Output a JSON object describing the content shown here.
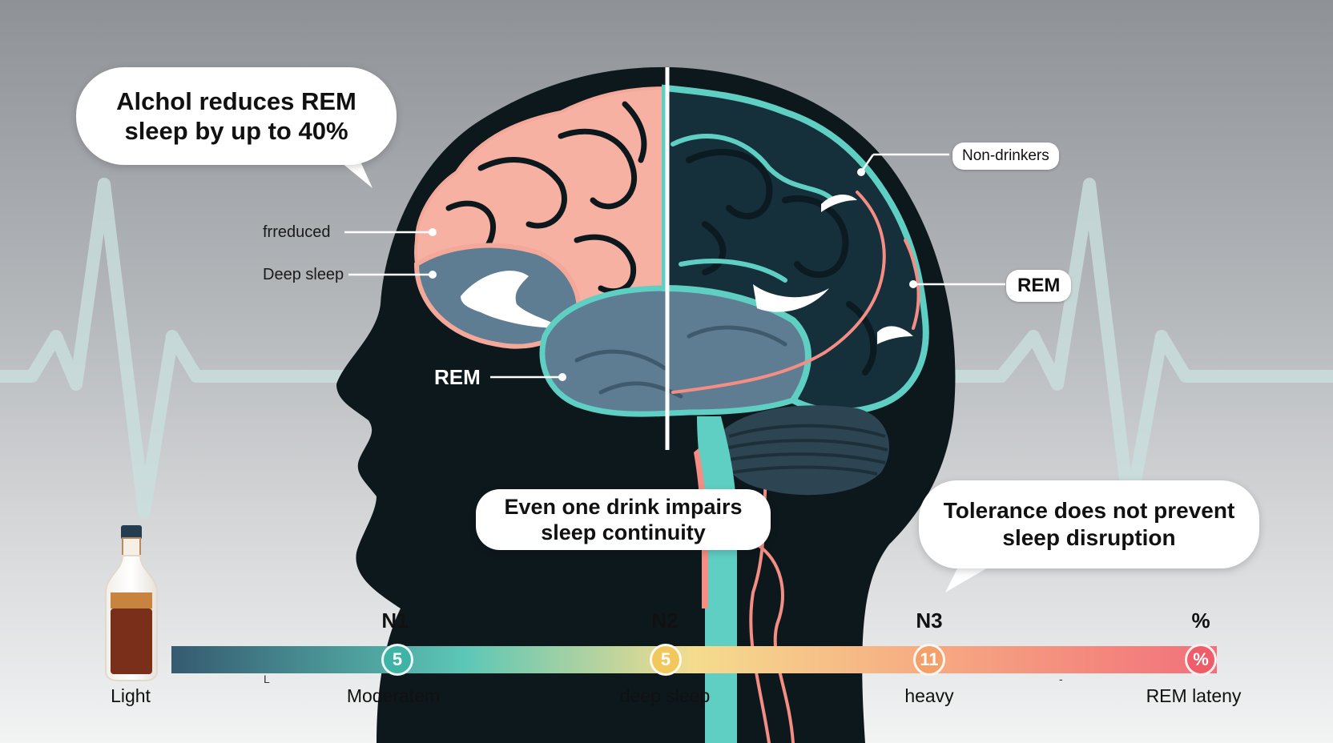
{
  "callouts": {
    "top_left": "Alchol reduces REM sleep by up to 40%",
    "center": "Even one drink impairs sleep continuity",
    "right": "Tolerance does not prevent sleep disruption"
  },
  "brain_labels": {
    "left_reduced": "frreduced",
    "left_deep_sleep": "Deep sleep",
    "left_rem": "REM",
    "right_non_drinkers": "Non-drinkers",
    "right_rem": "REM"
  },
  "scale": {
    "stages": [
      {
        "label": "N1",
        "marker": "5",
        "bottom": "Moderatem"
      },
      {
        "label": "N2",
        "marker": "5",
        "bottom": "deep sleep"
      },
      {
        "label": "N3",
        "marker": "11",
        "bottom": "heavy"
      },
      {
        "label": "%",
        "marker": "%",
        "bottom": "REM lateny"
      }
    ],
    "start_label": "Light",
    "tick_a": "L",
    "tick_b": "-"
  },
  "colors": {
    "pink": "#f7b1a3",
    "teal": "#5fcfc4",
    "slate": "#5e7d93",
    "dark": "#0d181d",
    "red": "#f27a72"
  }
}
